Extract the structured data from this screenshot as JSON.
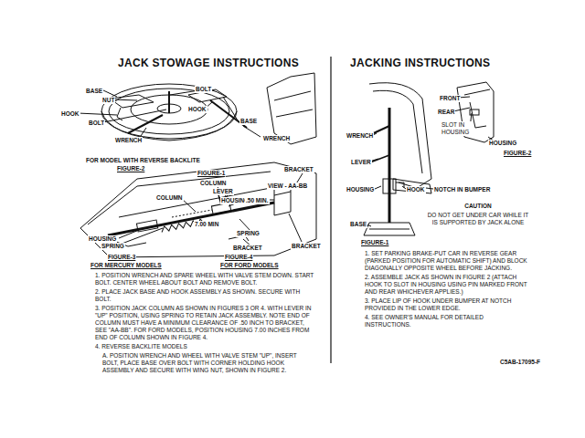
{
  "diagram": {
    "labels": [
      "JACK STOWAGE INSTRUCTIONS",
      "BASE",
      "NUT",
      "HOOK",
      "BOLT",
      "WRENCH",
      "BOLT",
      "HOOK",
      "BASE",
      "WRENCH",
      "FOR MODEL WITH REVERSE BACKLITE",
      "FIGURE-2",
      "FIGURE-1",
      "BRACKET",
      "COLUMN",
      "LEVER",
      "VIEW - AA-BB",
      "COLUMN",
      "HOUSING",
      ".50 MIN.",
      "7.00 MIN",
      "SPRING",
      "HOUSING",
      "SPRING",
      "BRACKET",
      "BRACKET",
      "FIGURE-3",
      "FOR MERCURY MODELS",
      "FIGURE-4",
      "FOR FORD MODELS",
      "1. POSITION WRENCH AND SPARE WHEEL WITH VALVE STEM DOWN. START BOLT. CENTER WHEEL ABOUT BOLT AND REMOVE BOLT.",
      "2. PLACE JACK BASE AND HOOK ASSEMBLY AS SHOWN. SECURE WITH BOLT.",
      "3. POSITION JACK COLUMN AS SHOWN IN FIGURES 3 OR 4. WITH LEVER IN \"UP\" POSITION, USING SPRING TO RETAIN JACK ASSEMBLY. NOTE END OF COLUMN MUST HAVE A MINIMUM CLEARANCE OF .50 INCH TO BRACKET, SEE \"AA-BB\". FOR FORD MODELS, POSITION HOUSING 7.00 INCHES FROM END OF COLUMN SHOWN IN FIGURE 4.",
      "4. REVERSE BACKLITE MODELS",
      "A. POSITION WRENCH AND WHEEL WITH VALVE STEM \"UP\", INSERT BOLT, PLACE BASE OVER BOLT WITH CORNER HOLDING HOOK ASSEMBLY AND SECURE WITH WING NUT, SHOWN IN FIGURE 2.",
      "JACKING INSTRUCTIONS",
      "FRONT",
      "REAR",
      "SLOT IN HOUSING",
      "HOUSING",
      "FIGURE-2",
      "WRENCH",
      "LEVER",
      "HOUSING",
      "HOOK",
      "NOTCH IN BUMPER",
      "CAUTION",
      "DO NOT GET UNDER CAR WHILE IT IS SUPPORTED BY JACK ALONE",
      "BASE",
      "FIGURE-1",
      "1. SET PARKING BRAKE-PUT CAR IN REVERSE GEAR (PARKED POSITION FOR AUTOMATIC SHIFT) AND BLOCK DIAGONALLY OPPOSITE WHEEL BEFORE JACKING.",
      "2. ASSEMBLE JACK AS SHOWN IN FIGURE 2 (ATTACH HOOK TO SLOT IN HOUSING USING PIN MARKED FRONT AND REAR WHICHEVER APPLIES.)",
      "3. PLACE LIP OF HOOK UNDER BUMPER AT NOTCH PROVIDED IN THE LOWER EDGE.",
      "4. SEE OWNER'S MANUAL FOR DETAILED INSTRUCTIONS.",
      "C5AB-17095-F"
    ]
  }
}
